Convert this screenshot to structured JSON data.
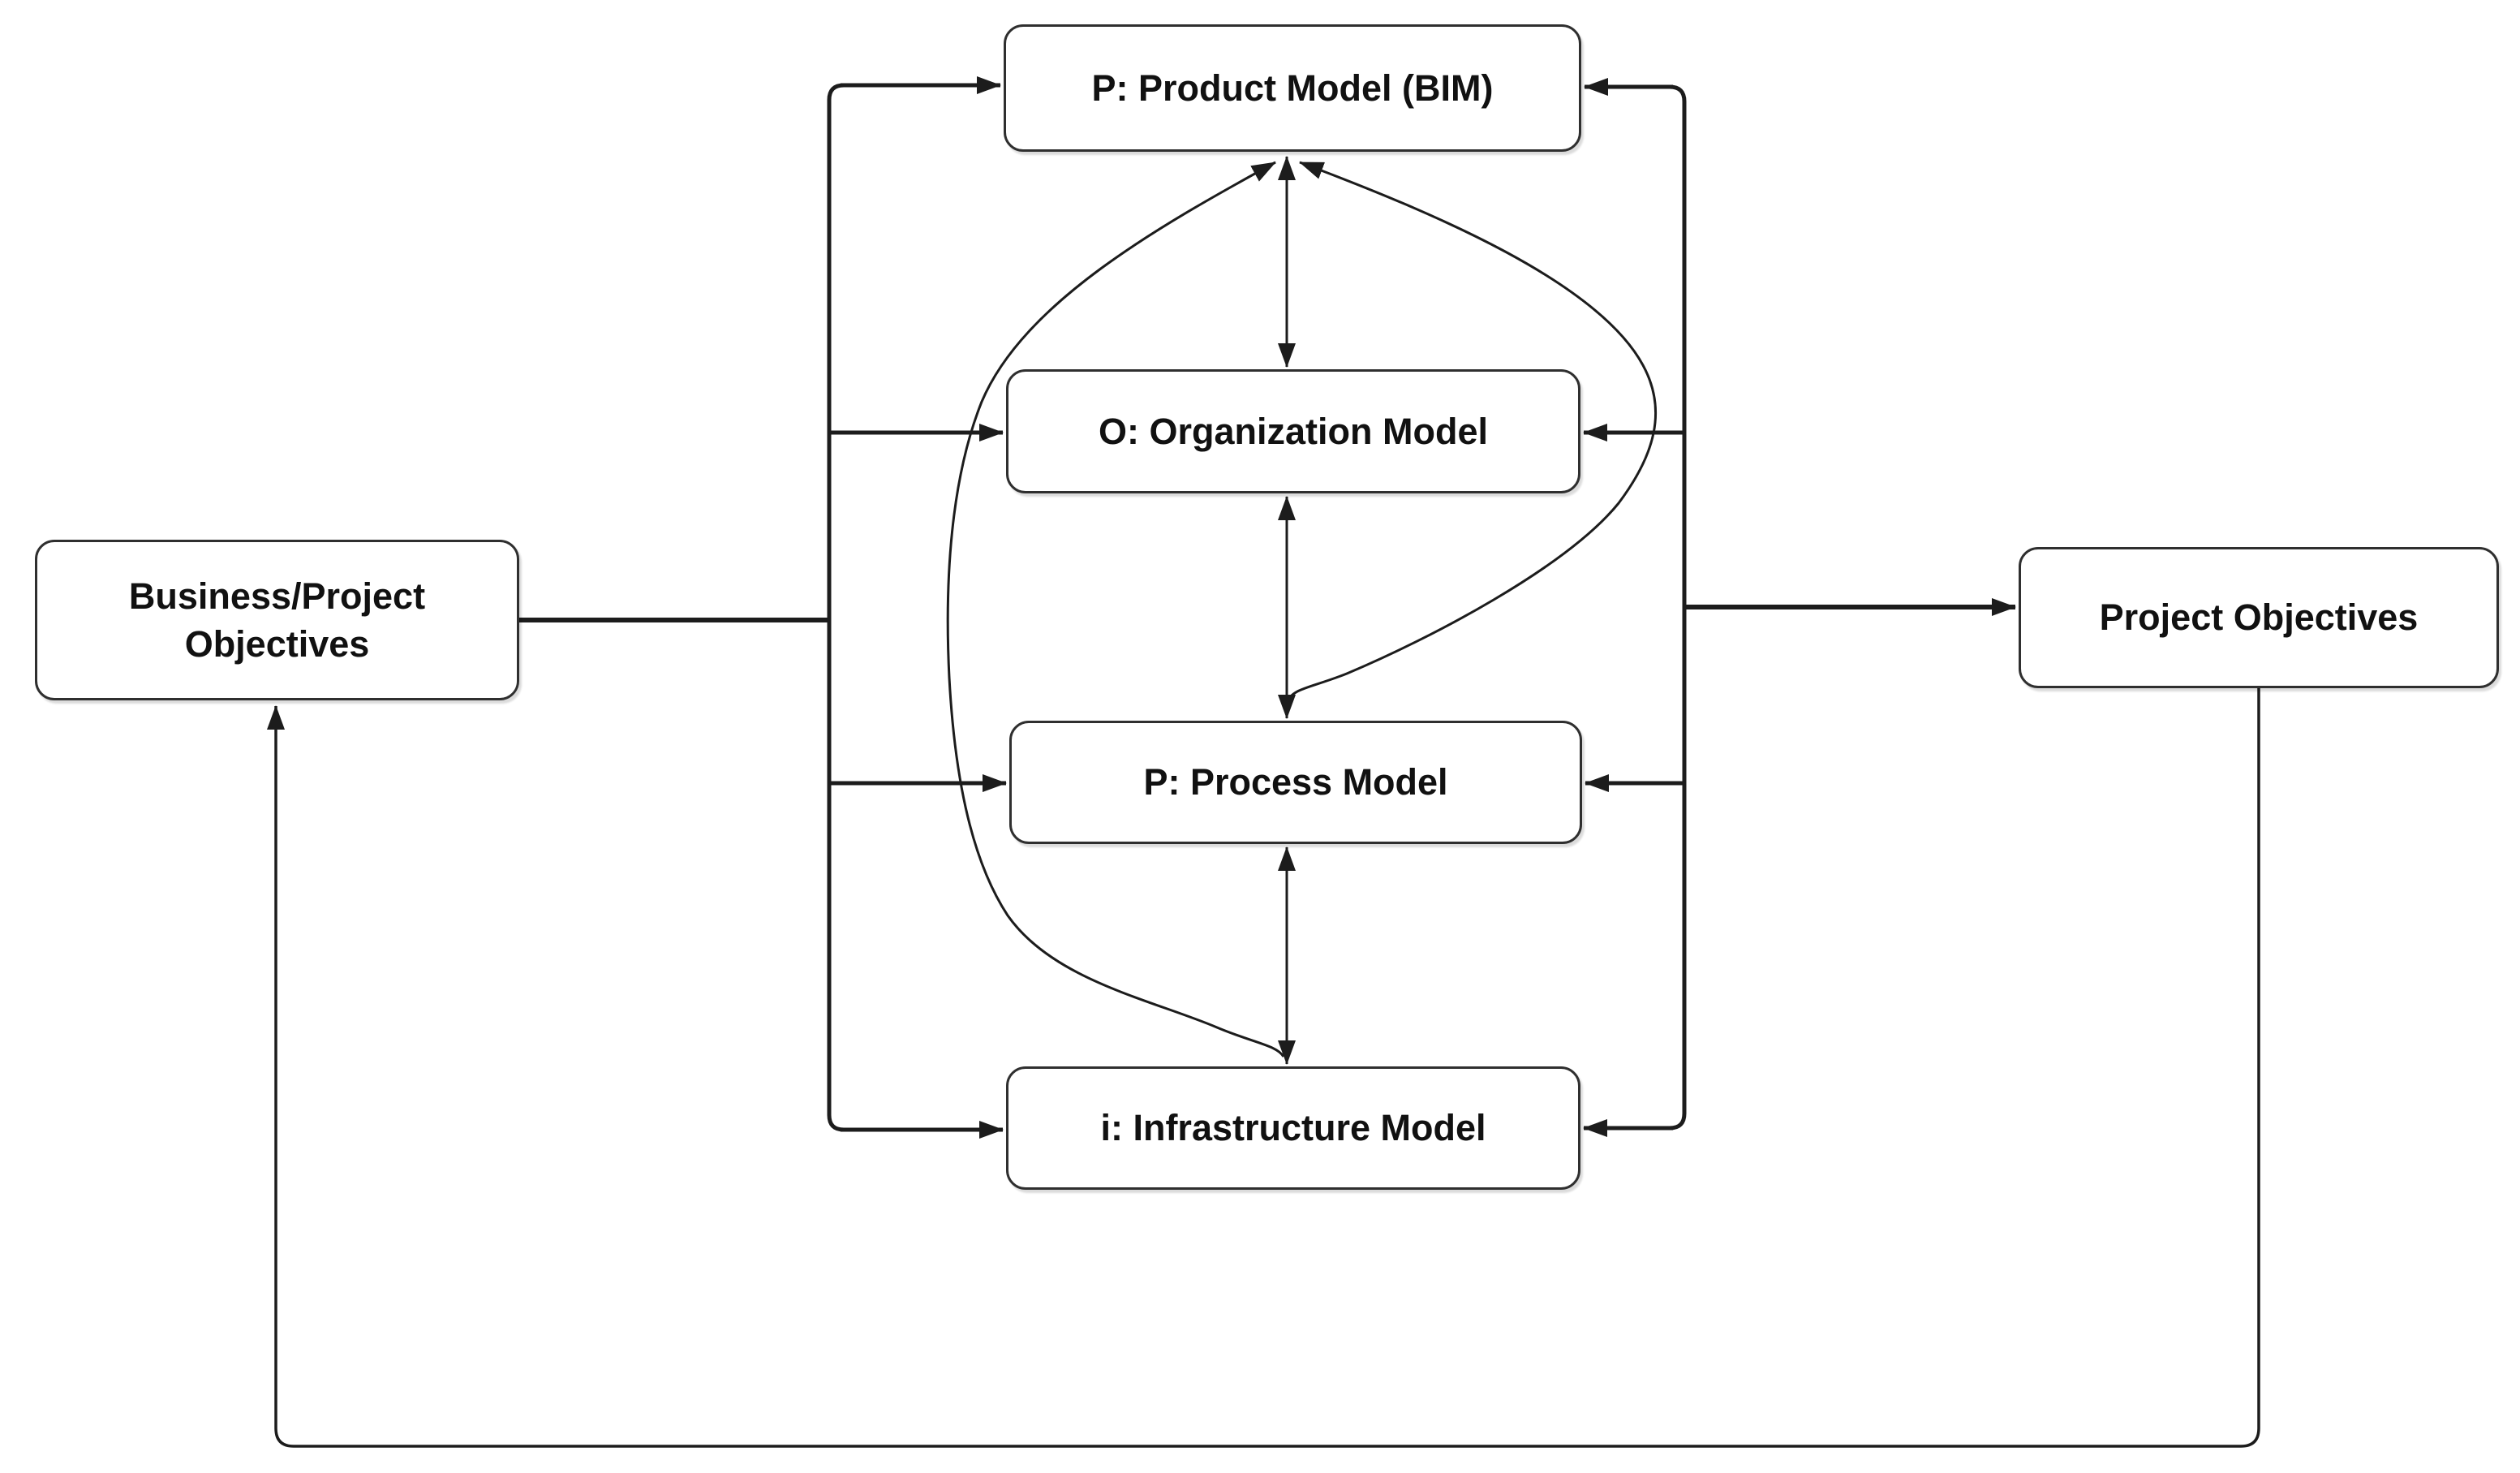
{
  "diagram": {
    "nodes": {
      "product": "P: Product Model (BIM)",
      "organization": "O: Organization Model",
      "process": "P: Process Model",
      "infrastructure": "i: Infrastructure Model",
      "business_objectives": "Business/Project Objectives",
      "project_objectives": "Project Objectives"
    },
    "edges": [
      {
        "from": "business_objectives",
        "to": "product",
        "arrow": "forward",
        "via": "left_rail"
      },
      {
        "from": "business_objectives",
        "to": "organization",
        "arrow": "forward",
        "via": "left_rail"
      },
      {
        "from": "business_objectives",
        "to": "process",
        "arrow": "forward",
        "via": "left_rail"
      },
      {
        "from": "business_objectives",
        "to": "infrastructure",
        "arrow": "forward",
        "via": "left_rail"
      },
      {
        "from": "right_rail",
        "to": "product",
        "arrow": "forward"
      },
      {
        "from": "right_rail",
        "to": "organization",
        "arrow": "forward"
      },
      {
        "from": "right_rail",
        "to": "process",
        "arrow": "forward"
      },
      {
        "from": "right_rail",
        "to": "infrastructure",
        "arrow": "forward"
      },
      {
        "from": "right_rail",
        "to": "project_objectives",
        "arrow": "forward"
      },
      {
        "from": "product",
        "to": "organization",
        "arrow": "both"
      },
      {
        "from": "organization",
        "to": "process",
        "arrow": "both"
      },
      {
        "from": "process",
        "to": "infrastructure",
        "arrow": "both"
      },
      {
        "from": "product",
        "to": "process",
        "arrow": "both",
        "style": "curve-right"
      },
      {
        "from": "product",
        "to": "infrastructure",
        "arrow": "both",
        "style": "curve-left"
      },
      {
        "from": "project_objectives",
        "to": "business_objectives",
        "arrow": "forward",
        "style": "feedback-loop"
      }
    ],
    "colors": {
      "line": "#1c1c1c",
      "box_border": "#2f2f2f",
      "box_fill": "#ffffff",
      "text": "#111111",
      "background": "#ffffff"
    }
  }
}
